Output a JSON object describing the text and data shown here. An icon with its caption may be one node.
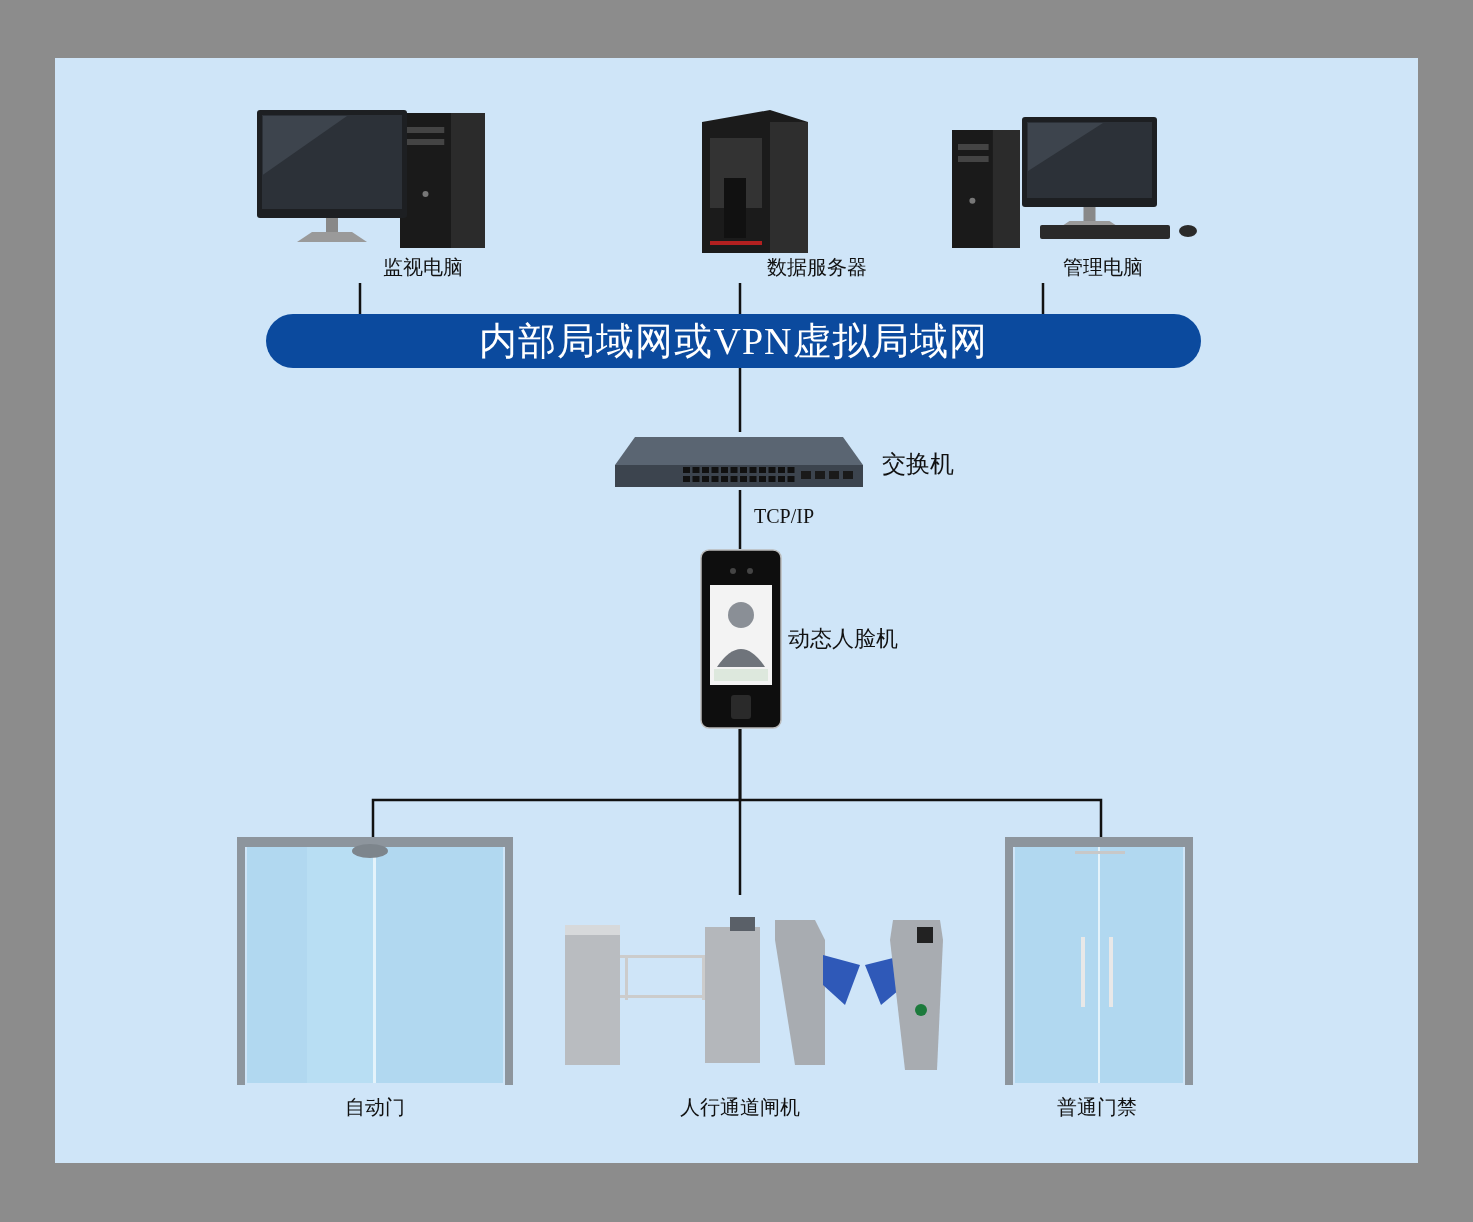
{
  "diagram": {
    "nodes": [
      {
        "text": [
          "监视电脑"
        ]
      },
      {
        "text": [
          "数据服务器"
        ]
      },
      {
        "text": [
          "管理电脑"
        ]
      },
      {
        "text": [
          "内部局域网或VPN虚拟局域网"
        ]
      },
      {
        "text": [
          "交换机"
        ]
      },
      {
        "text": [
          "动态人脸机"
        ]
      },
      {
        "text": [
          "自动门"
        ]
      },
      {
        "text": [
          "人行通道闸机"
        ]
      },
      {
        "text": [
          "普通门禁"
        ]
      }
    ],
    "edges": [
      {
        "from": 0,
        "to": 3,
        "arrow": "none"
      },
      {
        "from": 1,
        "to": 3,
        "arrow": "none"
      },
      {
        "from": 2,
        "to": 3,
        "arrow": "none"
      },
      {
        "from": 3,
        "to": 4,
        "arrow": "none"
      },
      {
        "from": 4,
        "to": 5,
        "arrow": "none",
        "label": "TCP/IP"
      },
      {
        "from": 5,
        "to": 6,
        "arrow": "none"
      },
      {
        "from": 5,
        "to": 7,
        "arrow": "none"
      },
      {
        "from": 5,
        "to": 8,
        "arrow": "none"
      }
    ]
  }
}
